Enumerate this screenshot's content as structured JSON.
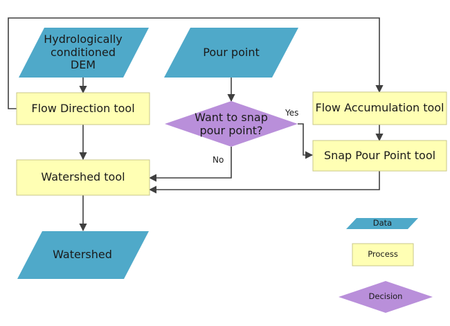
{
  "colors": {
    "data_fill": "#4FA9C9",
    "process_fill": "#FFFFB4",
    "process_stroke": "#C9C78A",
    "decision_fill": "#B98FDA",
    "line": "#3f3f3f"
  },
  "nodes": {
    "dem": "Hydrologically\nconditioned\nDEM",
    "pour_point": "Pour point",
    "flow_direction": "Flow Direction tool",
    "decision": "Want to snap\npour point?",
    "flow_accumulation": "Flow Accumulation tool",
    "snap_pour_point": "Snap Pour Point tool",
    "watershed_tool": "Watershed tool",
    "watershed": "Watershed"
  },
  "edges": {
    "yes": "Yes",
    "no": "No"
  },
  "legend": {
    "data": "Data",
    "process": "Process",
    "decision": "Decision"
  }
}
